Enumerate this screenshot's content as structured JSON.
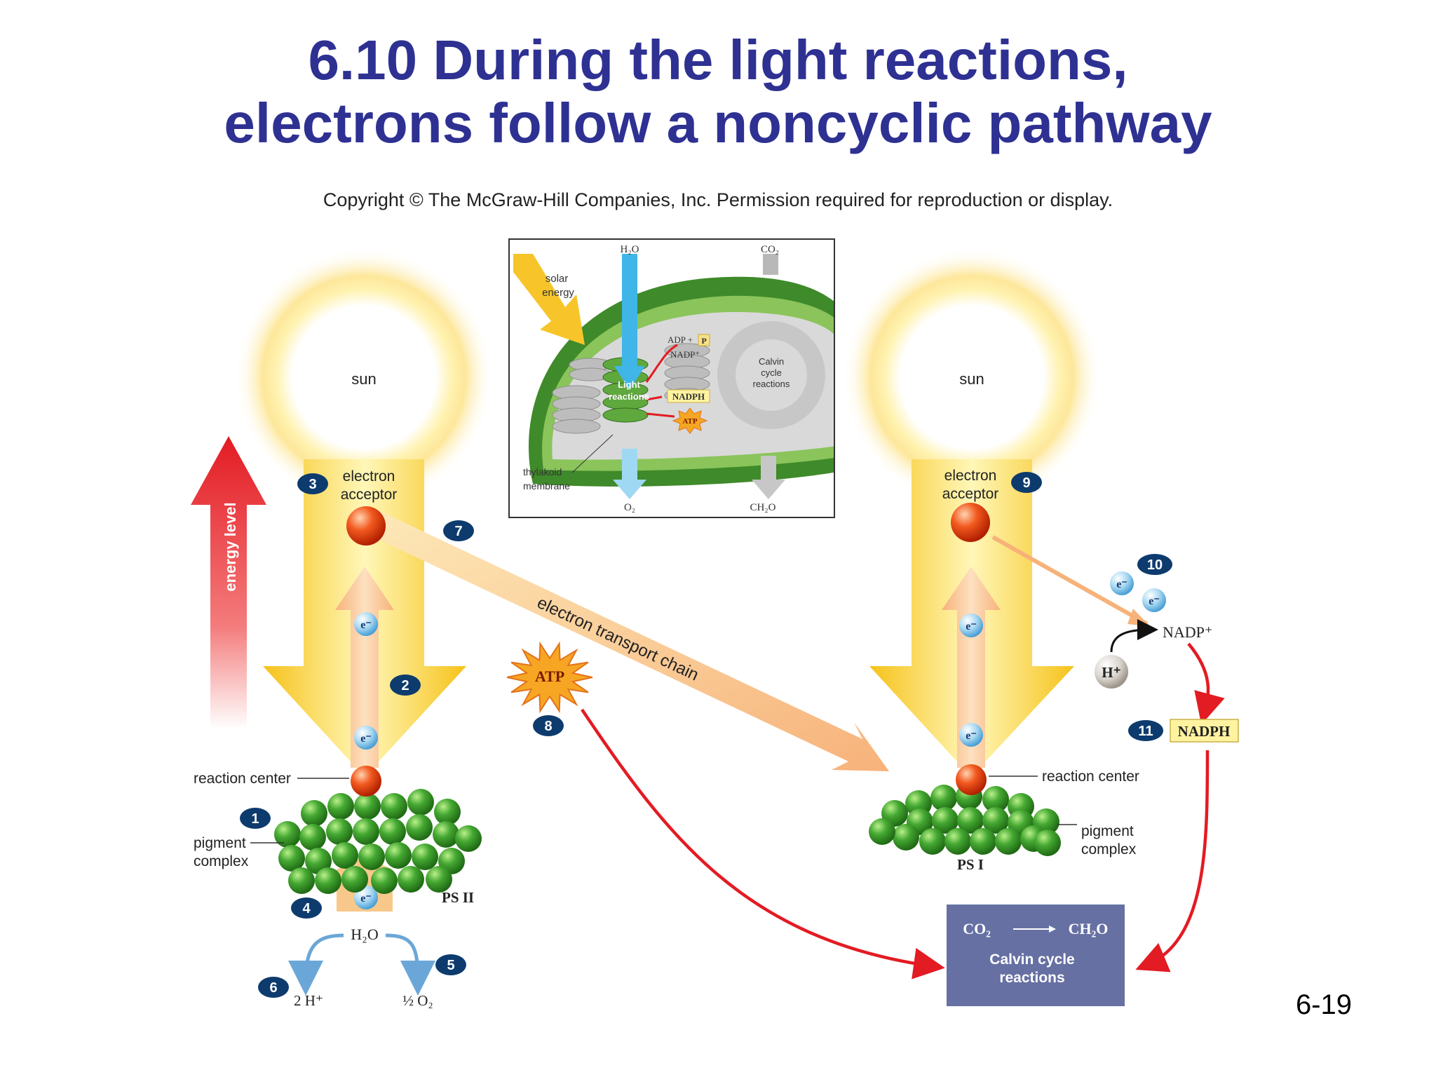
{
  "title": {
    "line1": "6.10 During the light reactions,",
    "line2": "electrons follow a noncyclic pathway"
  },
  "copyright": "Copyright © The McGraw-Hill Companies, Inc. Permission required for reproduction or display.",
  "slide_number": "6-19",
  "inset": {
    "h2o": "H₂O",
    "co2": "CO₂",
    "o2": "O₂",
    "ch2o": "CH₂O",
    "solar_energy": [
      "solar",
      "energy"
    ],
    "light_reactions": [
      "Light",
      "reactions"
    ],
    "calvin": [
      "Calvin",
      "cycle",
      "reactions"
    ],
    "adp_p": "ADP +",
    "p": "P",
    "nadp": "NADP⁺",
    "nadph": "NADPH",
    "atp": "ATP",
    "thylakoid": [
      "thylakoid",
      "membrane"
    ]
  },
  "labels": {
    "sun_left": "sun",
    "sun_right": "sun",
    "energy_level": "energy level",
    "electron_acceptor": [
      "electron",
      "acceptor"
    ],
    "electron_transport_chain": "electron transport chain",
    "atp": "ATP",
    "reaction_center": "reaction center",
    "pigment_complex": [
      "pigment",
      "complex"
    ],
    "ps2": "PS II",
    "ps1": "PS I",
    "h2o": "H₂O",
    "two_h": "2 H⁺",
    "half_o2": "½ O₂",
    "electron": "e⁻",
    "nadp": "NADP⁺",
    "h_plus": "H⁺",
    "nadph": "NADPH",
    "calvin_eq_left": "CO₂",
    "calvin_eq_right": "CH₂O",
    "calvin_reactions": [
      "Calvin cycle",
      "reactions"
    ]
  },
  "steps": [
    "1",
    "2",
    "3",
    "4",
    "5",
    "6",
    "7",
    "8",
    "9",
    "10",
    "11"
  ],
  "colors": {
    "title": "#2e3192",
    "badge": "#0d3b6e",
    "red_arrow": "#e31b23",
    "calvin_box": "#6670a3",
    "pigment_green": "#3a9a2a",
    "nadph_box": "#fff3a0"
  }
}
